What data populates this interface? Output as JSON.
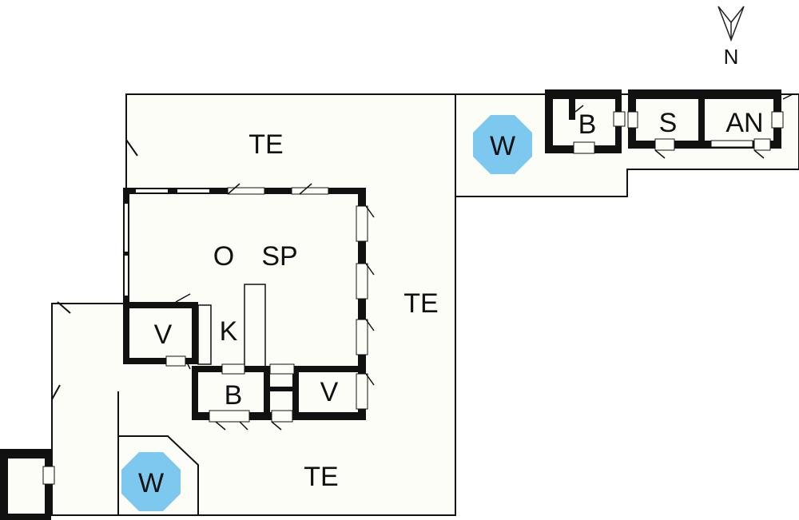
{
  "compass": {
    "label": "N"
  },
  "labels": {
    "terrace_north": "TE",
    "terrace_east": "TE",
    "terrace_south": "TE",
    "living_o": "O",
    "living_sp": "SP",
    "kitchen": "K",
    "bedroom_west": "V",
    "bedroom_south": "V",
    "bath_main": "B",
    "bath_annex": "B",
    "sauna": "S",
    "annex": "AN"
  },
  "whirlpools": [
    {
      "label": "W"
    },
    {
      "label": "W"
    }
  ],
  "colors": {
    "background": "#ffffff",
    "floor": "#fdfdf8",
    "wall": "#111111",
    "whirlpool": "#7cc8ef"
  }
}
